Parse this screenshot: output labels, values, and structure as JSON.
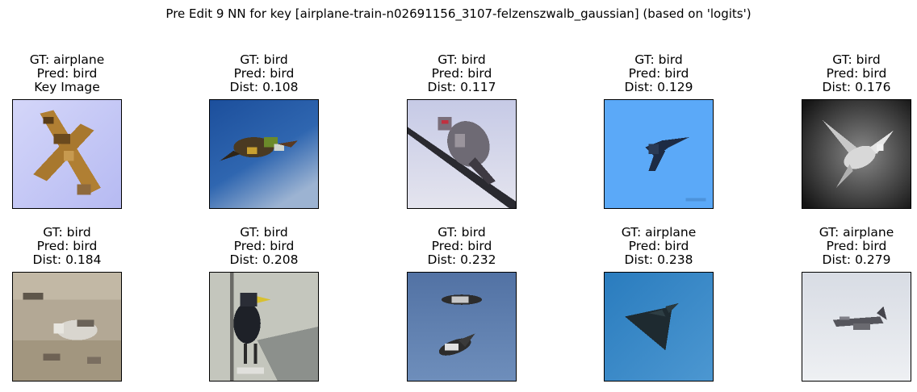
{
  "figure": {
    "title": "Pre Edit 9 NN for key [airplane-train-n02691156_3107-felzenszwalb_gaussian] (based on 'logits')"
  },
  "panels": [
    {
      "gt": "GT: airplane",
      "pred": "Pred: bird",
      "extra": "Key Image",
      "scene": "airplane-key",
      "colors": {
        "bg1": "#c9ccf7",
        "bg2": "#b9bdf3",
        "subject": "#b07f33"
      }
    },
    {
      "gt": "GT: bird",
      "pred": "Pred: bird",
      "extra": "Dist: 0.108",
      "scene": "bird-flying-blue",
      "colors": {
        "bg1": "#1f5aa8",
        "bg2": "#8aa6cc",
        "subject": "#4a3a22"
      }
    },
    {
      "gt": "GT: bird",
      "pred": "Pred: bird",
      "extra": "Dist: 0.117",
      "scene": "bird-on-branch",
      "colors": {
        "bg1": "#c8cce6",
        "bg2": "#e2e3ee",
        "subject": "#6e6a74"
      }
    },
    {
      "gt": "GT: bird",
      "pred": "Pred: bird",
      "extra": "Dist: 0.129",
      "scene": "swallow-sky",
      "colors": {
        "bg1": "#5ba9f8",
        "bg2": "#5ba9f8",
        "subject": "#1d2b44"
      }
    },
    {
      "gt": "GT: bird",
      "pred": "Pred: bird",
      "extra": "Dist: 0.176",
      "scene": "hummingbird-grey",
      "colors": {
        "bg1": "#1c1c1c",
        "bg2": "#777777",
        "subject": "#d8d8d8"
      }
    },
    {
      "gt": "GT: bird",
      "pred": "Pred: bird",
      "extra": "Dist: 0.184",
      "scene": "sandpiper-sand",
      "colors": {
        "bg1": "#b8ad9a",
        "bg2": "#978b78",
        "subject": "#d9d6cf"
      }
    },
    {
      "gt": "GT: bird",
      "pred": "Pred: bird",
      "extra": "Dist: 0.208",
      "scene": "crow-standing",
      "colors": {
        "bg1": "#c4c6bd",
        "bg2": "#8c908c",
        "subject": "#1e2128"
      }
    },
    {
      "gt": "GT: bird",
      "pred": "Pred: bird",
      "extra": "Dist: 0.232",
      "scene": "two-birds-blue",
      "colors": {
        "bg1": "#5576a6",
        "bg2": "#6b8bb8",
        "subject": "#2c2c2c"
      }
    },
    {
      "gt": "GT: airplane",
      "pred": "Pred: bird",
      "extra": "Dist: 0.238",
      "scene": "jet-blue",
      "colors": {
        "bg1": "#2b7fc0",
        "bg2": "#4a95d0",
        "subject": "#1e2a30"
      }
    },
    {
      "gt": "GT: airplane",
      "pred": "Pred: bird",
      "extra": "Dist: 0.279",
      "scene": "plane-white-sky",
      "colors": {
        "bg1": "#dcdfe6",
        "bg2": "#eceef2",
        "subject": "#55555c"
      }
    }
  ]
}
